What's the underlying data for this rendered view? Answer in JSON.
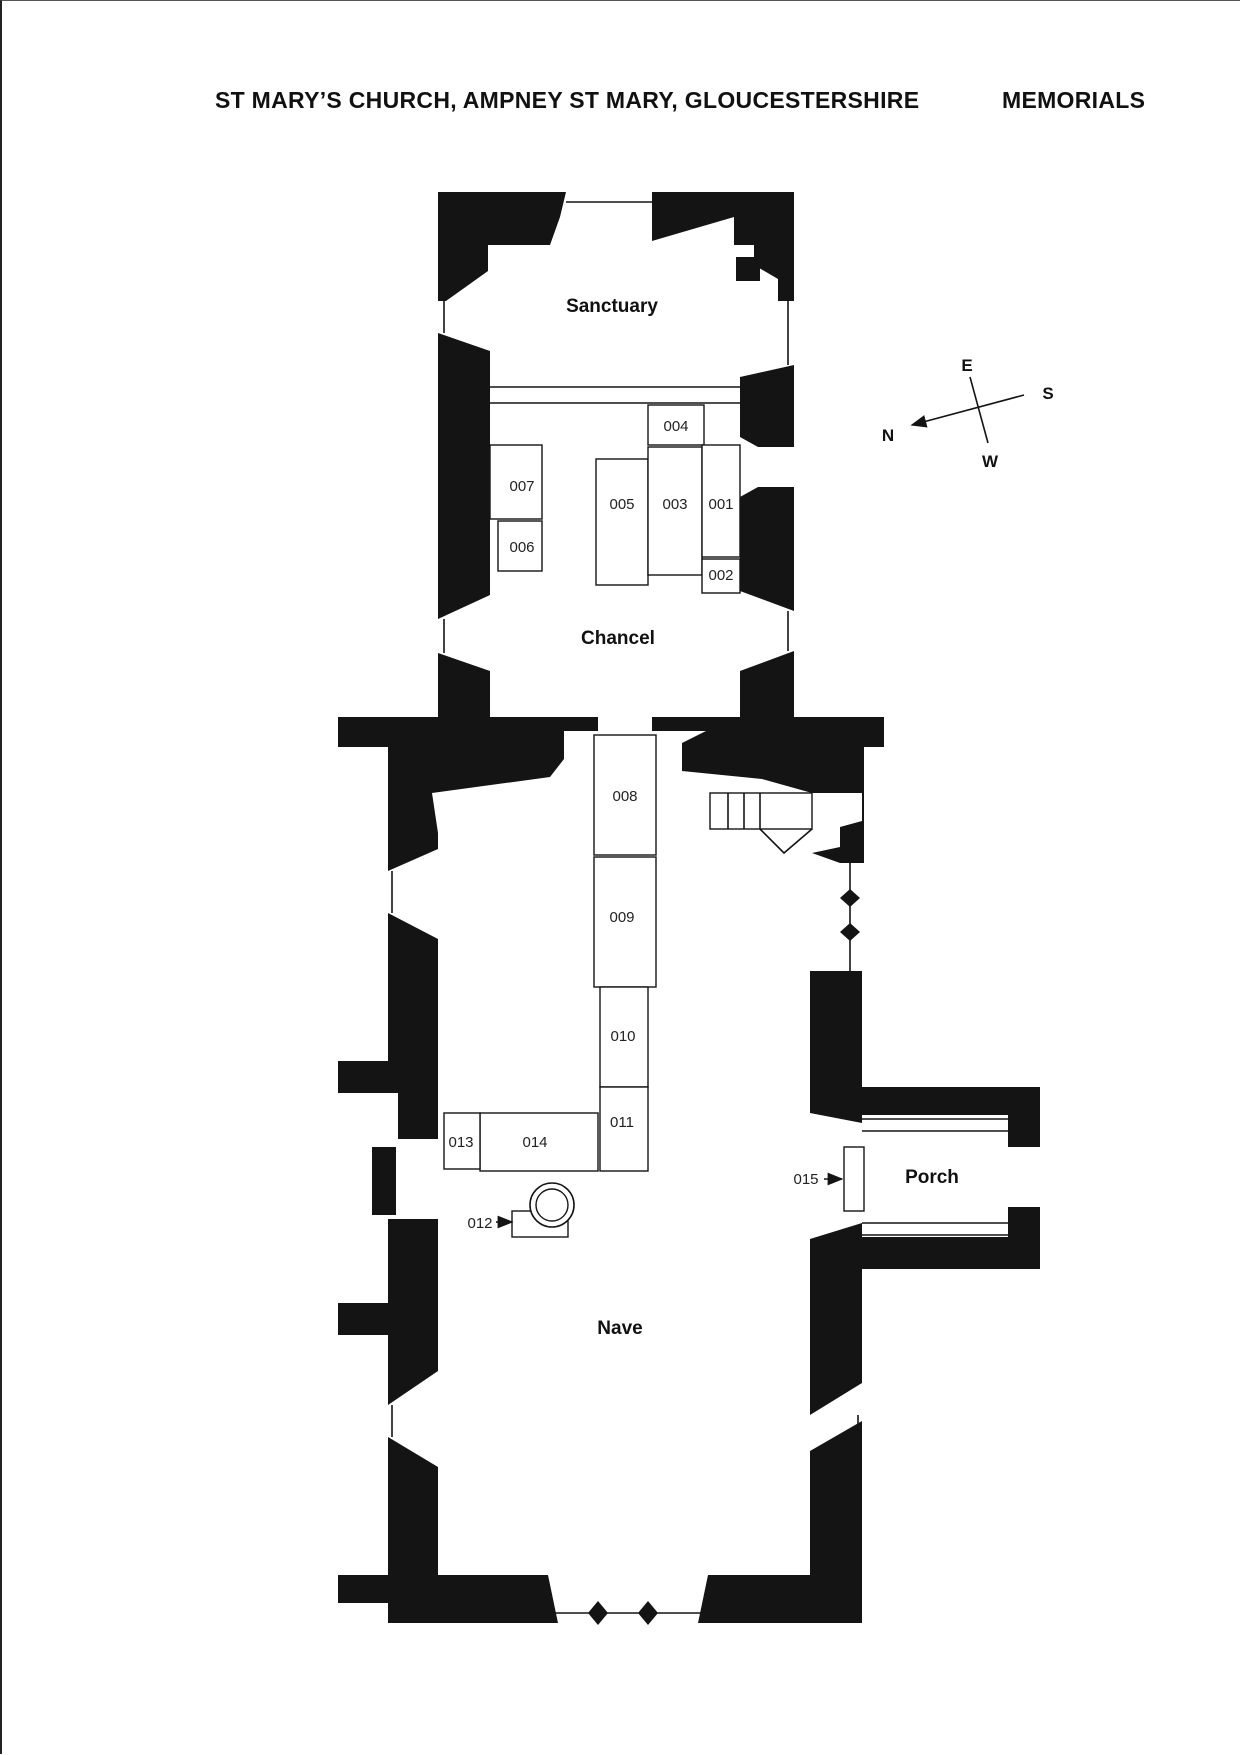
{
  "header": {
    "title": "ST MARY’S CHURCH, AMPNEY ST MARY, GLOUCESTERSHIRE",
    "section": "MEMORIALS"
  },
  "rooms": {
    "sanctuary": "Sanctuary",
    "chancel": "Chancel",
    "nave": "Nave",
    "porch": "Porch"
  },
  "memorials": {
    "m001": "001",
    "m002": "002",
    "m003": "003",
    "m004": "004",
    "m005": "005",
    "m006": "006",
    "m007": "007",
    "m008": "008",
    "m009": "009",
    "m010": "010",
    "m011": "011",
    "m012": "012",
    "m013": "013",
    "m014": "014",
    "m015": "015"
  },
  "compass": {
    "n": "N",
    "e": "E",
    "s": "S",
    "w": "W"
  }
}
